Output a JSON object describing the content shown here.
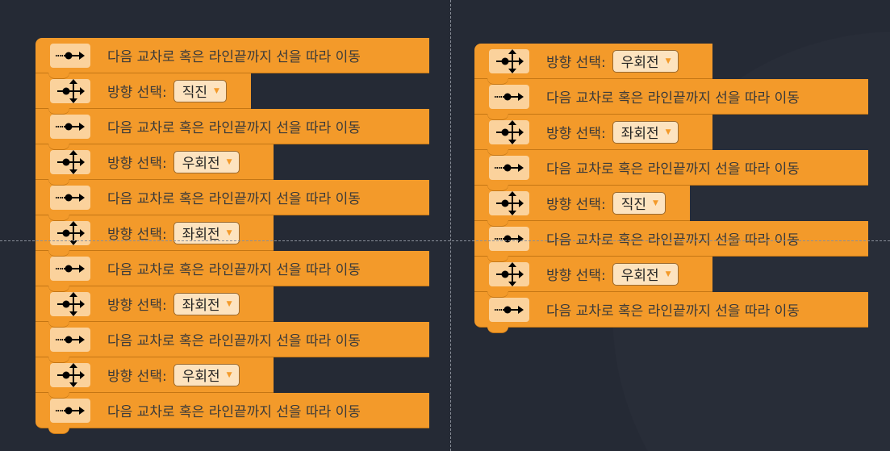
{
  "labels": {
    "move": "다음 교차로 혹은 라인끝까지 선을 따라 이동",
    "direction": "방향 선택:",
    "arrow": "▼"
  },
  "left_stack": [
    {
      "type": "move"
    },
    {
      "type": "direction",
      "value": "직진"
    },
    {
      "type": "move"
    },
    {
      "type": "direction",
      "value": "우회전"
    },
    {
      "type": "move"
    },
    {
      "type": "direction",
      "value": "좌회전"
    },
    {
      "type": "move"
    },
    {
      "type": "direction",
      "value": "좌회전"
    },
    {
      "type": "move"
    },
    {
      "type": "direction",
      "value": "우회전"
    },
    {
      "type": "move"
    }
  ],
  "right_stack": [
    {
      "type": "direction",
      "value": "우회전"
    },
    {
      "type": "move"
    },
    {
      "type": "direction",
      "value": "좌회전"
    },
    {
      "type": "move"
    },
    {
      "type": "direction",
      "value": "직진"
    },
    {
      "type": "move"
    },
    {
      "type": "direction",
      "value": "우회전"
    },
    {
      "type": "move"
    }
  ],
  "colors": {
    "block": "#f39a2a",
    "icon_bg": "#fbd29c",
    "background": "#252a35"
  }
}
